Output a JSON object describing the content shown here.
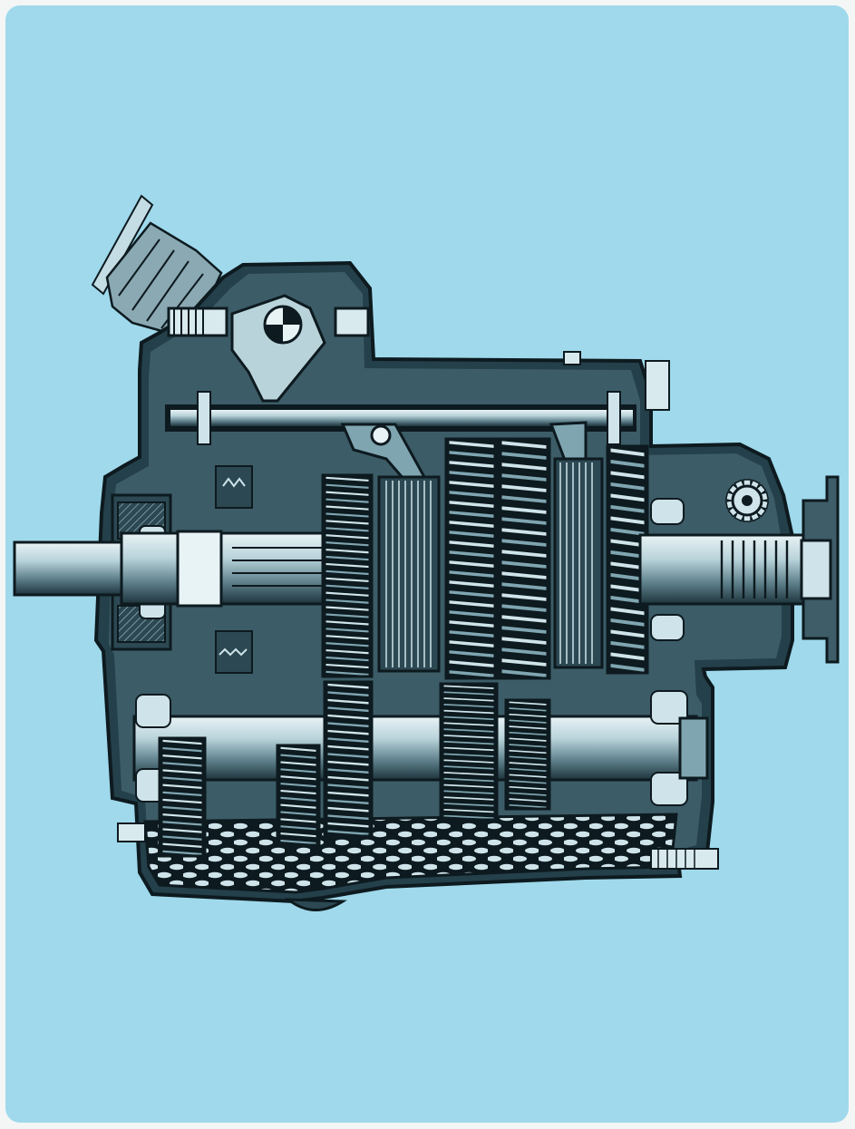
{
  "figure": {
    "subject": "gearbox-cutaway",
    "printed_text": []
  },
  "colors": {
    "page_bg": "#9fd9eb",
    "ink": "#0d1a1f",
    "steel_light": "#cfe4ea",
    "steel_mid": "#7fa5b1",
    "steel_dark": "#3e5d68",
    "sheet_border": "#f4f6f6"
  },
  "gear_clusters": {
    "main_shaft": [
      {
        "id": "first-gear",
        "teeth": 28
      },
      {
        "id": "second-gear",
        "teeth": 24
      },
      {
        "id": "third-gear",
        "teeth": 22
      },
      {
        "id": "fourth-gear",
        "teeth": 20
      }
    ],
    "counter_shaft": [
      {
        "id": "reverse-gear",
        "teeth": 16
      },
      {
        "id": "counter-first-gear",
        "teeth": 14
      },
      {
        "id": "counter-drive-gear",
        "teeth": 22
      },
      {
        "id": "counter-third-gear",
        "teeth": 18
      }
    ]
  }
}
